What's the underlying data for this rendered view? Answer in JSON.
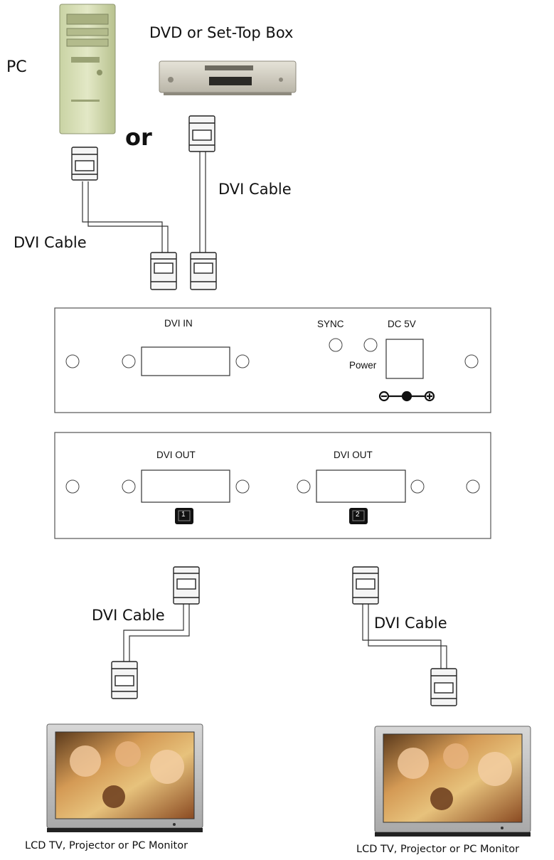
{
  "sources": {
    "pc_label": "PC",
    "dvd_label": "DVD or Set-Top Box",
    "or_label": "or"
  },
  "cables": {
    "top_left": "DVI Cable",
    "top_right": "DVI Cable",
    "bottom_left": "DVI Cable",
    "bottom_right": "DVI Cable"
  },
  "input_panel": {
    "dvi_in": "DVI IN",
    "sync": "SYNC",
    "dc": "DC 5V",
    "power": "Power"
  },
  "output_panel": {
    "out1": "DVI OUT",
    "out2": "DVI OUT",
    "badge1": "1",
    "badge2": "2"
  },
  "displays": {
    "left_caption": "LCD TV, Projector or PC Monitor",
    "right_caption": "LCD TV, Projector or PC Monitor"
  }
}
